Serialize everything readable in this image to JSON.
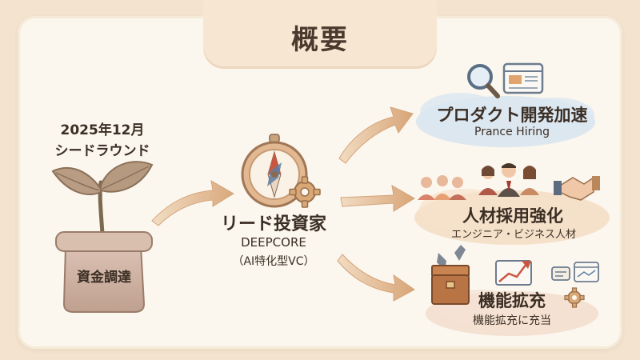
{
  "title": "概要",
  "seed": {
    "date": "2025年12月",
    "round": "シードラウンド",
    "pot_label": "資金調達"
  },
  "investor": {
    "label": "リード投資家",
    "name": "DEEPCORE",
    "note": "（AI特化型VC）"
  },
  "uses": [
    {
      "title": "プロダクト開発加速",
      "subtitle": "Prance Hiring",
      "icon": "magnifier-browser-icon"
    },
    {
      "title": "人材採用強化",
      "subtitle": "エンジニア・ビジネス人材",
      "icon": "team-handshake-icon"
    },
    {
      "title": "機能拡充",
      "subtitle": "機能拡充に充当",
      "icon": "toolbox-chart-gear-icon"
    }
  ],
  "colors": {
    "accent": "#d9a877",
    "cloud_blue": "#d6e4ef",
    "cloud_peach": "#f4dcc0",
    "text": "#3b2e24"
  }
}
